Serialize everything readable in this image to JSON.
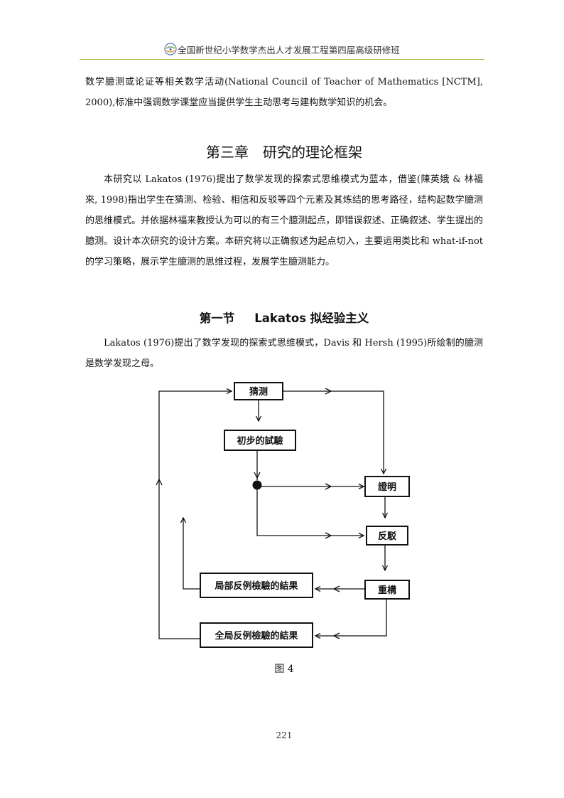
{
  "header": {
    "title": "全国新世纪小学数学杰出人才发展工程第四届高级研修班"
  },
  "paragraphs": {
    "p1": "数学臆测或论证等相关数学活动(National Council of Teacher of Mathematics [NCTM], 2000),标准中强调数学课堂应当提供学生主动思考与建构数学知识的机会。",
    "p2": "本研究以 Lakatos (1976)提出了数学发现的探索式思维模式为蓝本，借鉴(陳英娥 & 林福來, 1998)指出学生在猜测、检验、相信和反驳等四个元素及其炼结的思考路径，结构起数学臆测的思维模式。并依据林福来教授认为可以的有三个臆测起点，即错误叙述、正确叙述、学生提出的臆测。设计本次研究的设计方案。本研究将以正确叙述为起点切入，主要运用类比和 what-if-not 的学习策略，展示学生臆测的思维过程，发展学生臆测能力。",
    "p3": "Lakatos (1976)提出了数学发现的探索式思维模式，Davis 和 Hersh (1995)所绘制的臆测是数学发现之母。"
  },
  "chapter": {
    "title": "第三章　研究的理论框架"
  },
  "section": {
    "number": "第一节",
    "name": "Lakatos 拟经验主义"
  },
  "figure": {
    "boxes": {
      "guess": "猜测",
      "initial_test": "初步的試驗",
      "proof": "證明",
      "refute": "反駁",
      "reconstruct": "重構",
      "local_result": "局部反例檢驗的結果",
      "global_result": "全局反例檢驗的結果"
    },
    "caption": "图 4"
  },
  "footer": {
    "page_number": "221"
  }
}
